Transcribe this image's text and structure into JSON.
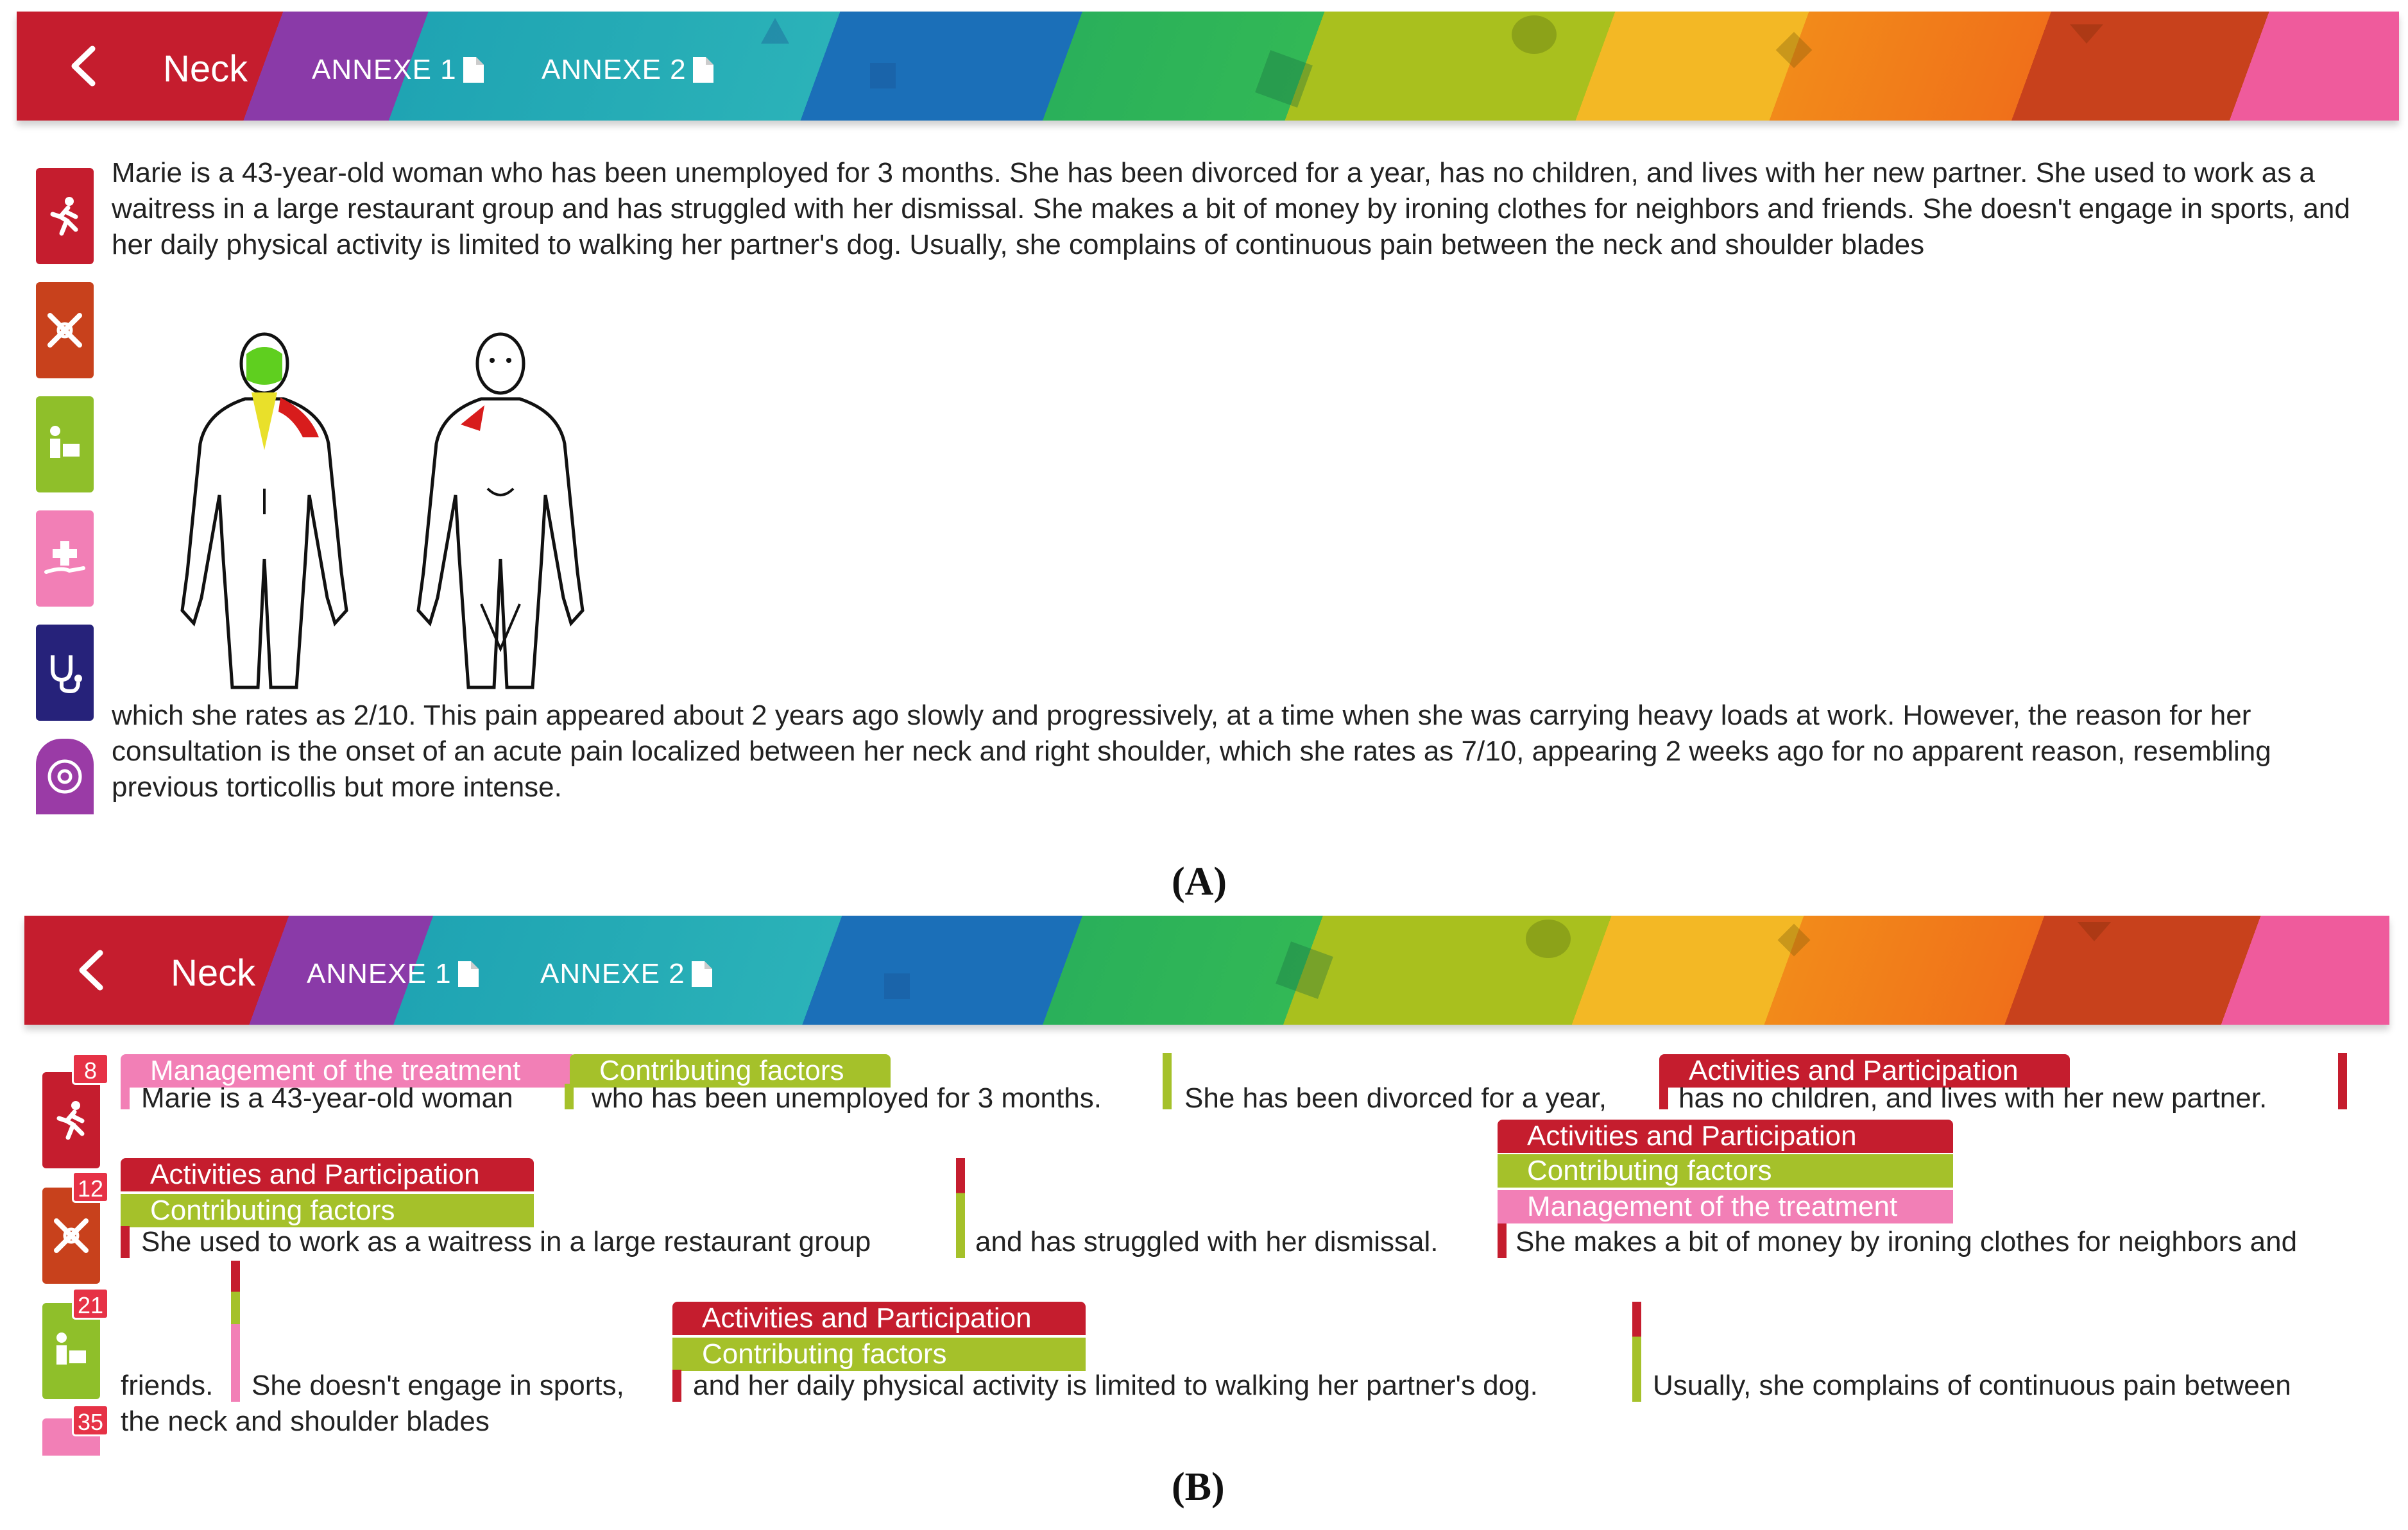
{
  "panel_a": {
    "header": {
      "title": "Neck",
      "annexe1": "ANNEXE 1",
      "annexe2": "ANNEXE 2"
    },
    "sidebar_icons": [
      "running-person-icon",
      "broken-tools-icon",
      "worker-icon",
      "caring-hand-icon",
      "stethoscope-icon",
      "psychology-icon"
    ],
    "paragraph1": "Marie is a 43-year-old woman who has been unemployed for 3 months. She has been divorced for a year, has no children, and lives with her new partner. She used to work as a waitress in a large restaurant group and has struggled with her dismissal. She makes a bit of money by ironing clothes for neighbors and friends. She doesn't engage in sports, and her daily physical activity is limited to walking her partner's dog. Usually, she complains of continuous pain between the neck and shoulder blades",
    "paragraph2": "which she rates as 2/10. This pain appeared about 2 years ago slowly and progressively, at a time when she was carrying heavy loads at work. However, the reason for her consultation is the onset of an acute pain localized between her neck and right shoulder, which she rates as 7/10, appearing 2 weeks ago for no apparent reason, resembling previous torticollis but more intense.",
    "caption": "(A)"
  },
  "panel_b": {
    "header": {
      "title": "Neck",
      "annexe1": "ANNEXE 1",
      "annexe2": "ANNEXE 2"
    },
    "badges": [
      "8",
      "12",
      "21",
      "35"
    ],
    "tags": {
      "management": "Management of the treatment",
      "contributing": "Contributing factors",
      "activities": "Activities and Participation"
    },
    "segments": {
      "s1": "Marie is a 43-year-old woman",
      "s2": "who has been unemployed for 3 months.",
      "s3": "She has been divorced for a year,",
      "s4": "has no children, and lives with her new partner.",
      "s5": "She used to work as a waitress in a large restaurant group",
      "s6": "and has struggled with her dismissal.",
      "s7": "She makes a bit of money by ironing clothes for neighbors and",
      "s8": "friends.",
      "s9": "She doesn't engage in sports,",
      "s10": "and her daily physical activity is limited to walking her partner's dog.",
      "s11": "Usually, she complains of continuous pain between",
      "s12": "the neck and shoulder blades"
    },
    "caption": "(B)"
  },
  "colors": {
    "red": "#c51d2e",
    "green": "#a5c12a",
    "pink": "#f27fb6",
    "navy": "#26227a"
  }
}
